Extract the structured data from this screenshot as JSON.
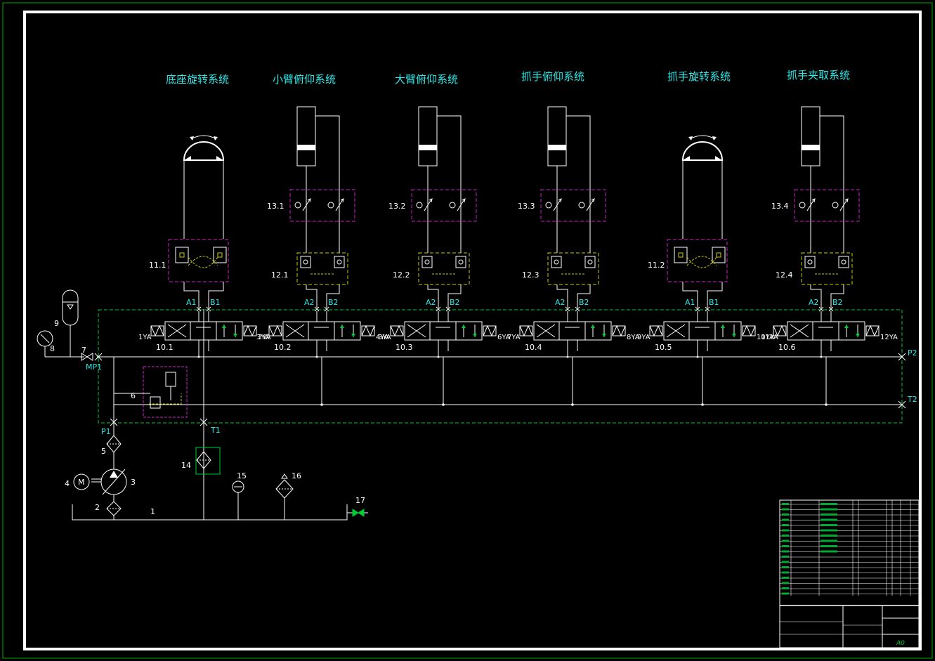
{
  "systems": [
    {
      "title": "底座旋转系统",
      "actuator": "motor",
      "ports": [
        "A1",
        "B1"
      ],
      "valve": "10.1",
      "sol_left": "1YA",
      "sol_right": "2YA",
      "lock": "11.1",
      "throttle": ""
    },
    {
      "title": "小臂俯仰系统",
      "actuator": "cylinder",
      "ports": [
        "A2",
        "B2"
      ],
      "valve": "10.2",
      "sol_left": "3YA",
      "sol_right": "4YA",
      "lock": "12.1",
      "throttle": "13.1"
    },
    {
      "title": "大臂俯仰系统",
      "actuator": "cylinder",
      "ports": [
        "A2",
        "B2"
      ],
      "valve": "10.3",
      "sol_left": "5YA",
      "sol_right": "6YA",
      "lock": "12.2",
      "throttle": "13.2"
    },
    {
      "title": "抓手俯仰系统",
      "actuator": "cylinder",
      "ports": [
        "A2",
        "B2"
      ],
      "valve": "10.4",
      "sol_left": "7YA",
      "sol_right": "8YA",
      "lock": "12.3",
      "throttle": "13.3"
    },
    {
      "title": "抓手旋转系统",
      "actuator": "motor",
      "ports": [
        "A1",
        "B1"
      ],
      "valve": "10.5",
      "sol_left": "9YA",
      "sol_right": "10YA",
      "lock": "11.2",
      "throttle": ""
    },
    {
      "title": "抓手夹取系统",
      "actuator": "cylinder",
      "ports": [
        "A2",
        "B2"
      ],
      "valve": "10.6",
      "sol_left": "11YA",
      "sol_right": "12YA",
      "lock": "12.4",
      "throttle": "13.4"
    }
  ],
  "supply": {
    "ports": {
      "p1": "P1",
      "t1": "T1",
      "p2": "P2",
      "t2": "T2",
      "mp1": "MP1"
    },
    "numbers": [
      "1",
      "2",
      "3",
      "4",
      "5",
      "6",
      "7",
      "8",
      "9",
      "14",
      "15",
      "16",
      "17"
    ],
    "motor_letter": "M"
  },
  "title_block": {
    "sheet_size": "A0"
  },
  "colors": {
    "background": "#000000",
    "frame": "#ffffff",
    "outer_frame": "#00aa00",
    "manifold": "#00cc33",
    "line": "#ffffff",
    "titles": "#2ee6e6",
    "throttle_box": "#cc22cc",
    "lock_box_cyl": "#cccc00",
    "lock_box_motor": "#cc22cc"
  }
}
